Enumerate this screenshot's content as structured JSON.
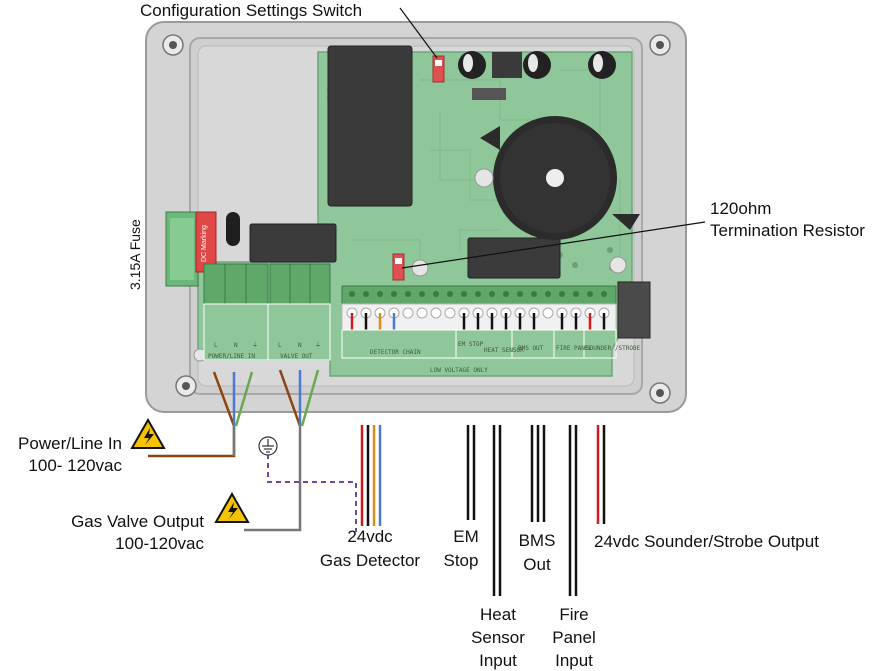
{
  "labels": {
    "config_switch": "Configuration Settings Switch",
    "termination_line1": "120ohm",
    "termination_line2": "Termination Resistor",
    "fuse": "3.15A Fuse",
    "power_line1": "Power/Line In",
    "power_line2": "100- 120vac",
    "gas_valve_line1": "Gas Valve Output",
    "gas_valve_line2": "100-120vac",
    "gas_detector_line1": "24vdc",
    "gas_detector_line2": "Gas Detector",
    "em_stop_line1": "EM",
    "em_stop_line2": "Stop",
    "heat_sensor_line1": "Heat",
    "heat_sensor_line2": "Sensor",
    "heat_sensor_line3": "Input",
    "bms_line1": "BMS",
    "bms_line2": "Out",
    "fire_panel_line1": "Fire",
    "fire_panel_line2": "Panel",
    "fire_panel_line3": "Input",
    "sounder": "24vdc Sounder/Strobe Output"
  },
  "pcb_text": {
    "power_line_in": "POWER/LINE IN",
    "valve_out": "VALVE OUT",
    "detector_chain": "DETECTOR CHAIN",
    "low_voltage": "LOW  VOLTAGE  ONLY",
    "em_stop": "EM STOP",
    "heat_sensor": "HEAT SENSOR",
    "bms_out": "BMS OUT",
    "fire_panel": "FIRE PANEL",
    "sounder_strobe": "SOUNDER /STROBE",
    "ce_marking": "DC Marking",
    "terminal_l": "L",
    "terminal_n": "N",
    "terminal_earth": "⏚"
  },
  "colors": {
    "enclosure": "#d9d9d9",
    "pcb": "#8fc79a",
    "terminal_green": "#5fa86a",
    "live_wire": "#8b4513",
    "neutral_wire": "#4a7bd0",
    "earth_wire": "#6aa84f",
    "signal_black": "#111111",
    "signal_red": "#d11a1a",
    "signal_orange": "#e08a1a",
    "earth_dashed": "#6b4aa0",
    "warning_yellow": "#f5c400"
  },
  "icons": [
    "high-voltage-warning-icon",
    "earth-ground-icon"
  ]
}
